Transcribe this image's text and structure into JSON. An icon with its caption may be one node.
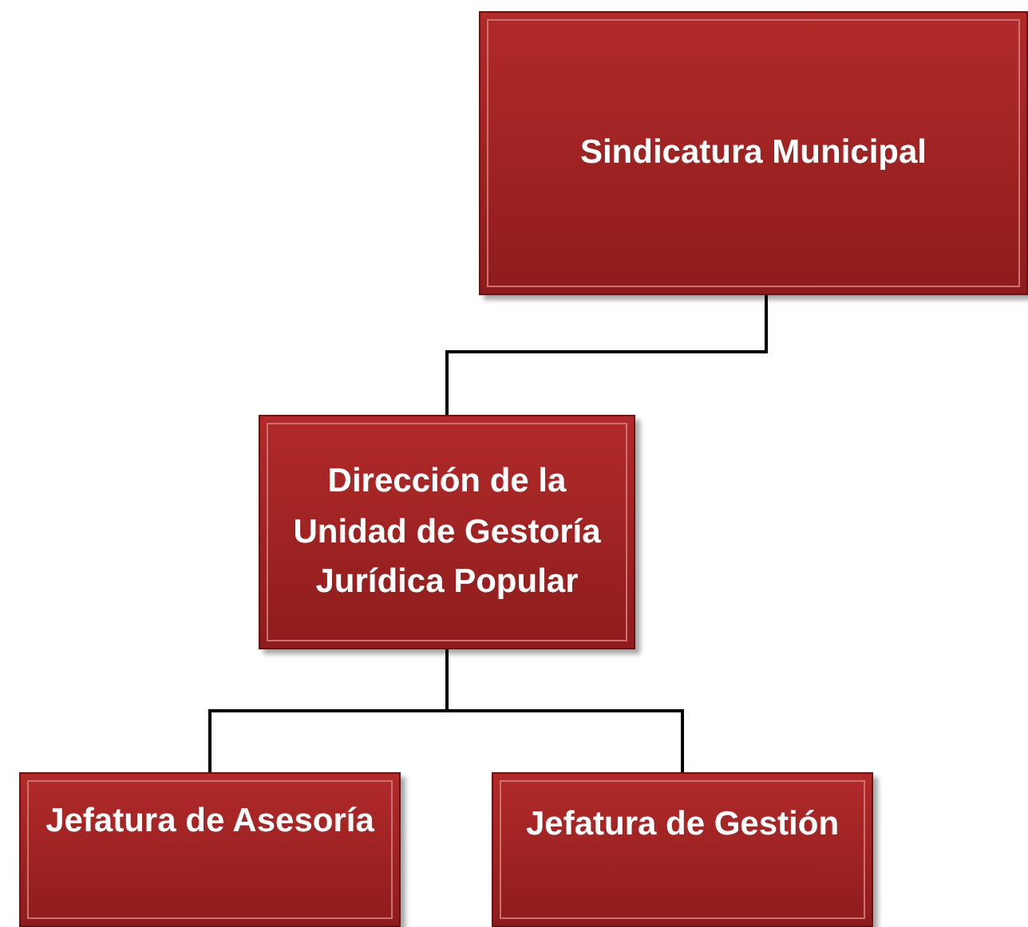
{
  "diagram": {
    "nodes": [
      {
        "text": [
          "Sindicatura Municipal"
        ]
      },
      {
        "text": [
          "Dirección de la Unidad de Gestoría Jurídica Popular"
        ]
      },
      {
        "text": [
          "Jefatura de Asesoría"
        ]
      },
      {
        "text": [
          "Jefatura de Gestión"
        ]
      }
    ],
    "edges": [
      {
        "from": 0,
        "to": 1,
        "arrow": "none"
      },
      {
        "from": 1,
        "to": 2,
        "arrow": "none"
      },
      {
        "from": 1,
        "to": 3,
        "arrow": "none"
      }
    ]
  }
}
